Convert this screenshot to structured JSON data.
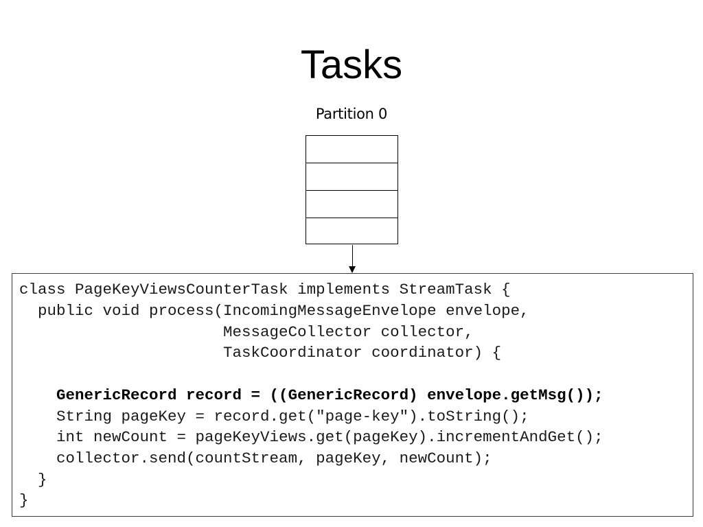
{
  "title": "Tasks",
  "partition": {
    "label": "Partition 0",
    "slot_count": 4
  },
  "code": {
    "lines": [
      {
        "text": "class PageKeyViewsCounterTask implements StreamTask {",
        "bold": false
      },
      {
        "text": "  public void process(IncomingMessageEnvelope envelope,",
        "bold": false
      },
      {
        "text": "                      MessageCollector collector,",
        "bold": false
      },
      {
        "text": "                      TaskCoordinator coordinator) {",
        "bold": false
      },
      {
        "text": "",
        "bold": false
      },
      {
        "text": "    GenericRecord record = ((GenericRecord) envelope.getMsg());",
        "bold": true
      },
      {
        "text": "    String pageKey = record.get(\"page-key\").toString();",
        "bold": false
      },
      {
        "text": "    int newCount = pageKeyViews.get(pageKey).incrementAndGet();",
        "bold": false
      },
      {
        "text": "    collector.send(countStream, pageKey, newCount);",
        "bold": false
      },
      {
        "text": "  }",
        "bold": false
      },
      {
        "text": "}",
        "bold": false
      }
    ]
  }
}
